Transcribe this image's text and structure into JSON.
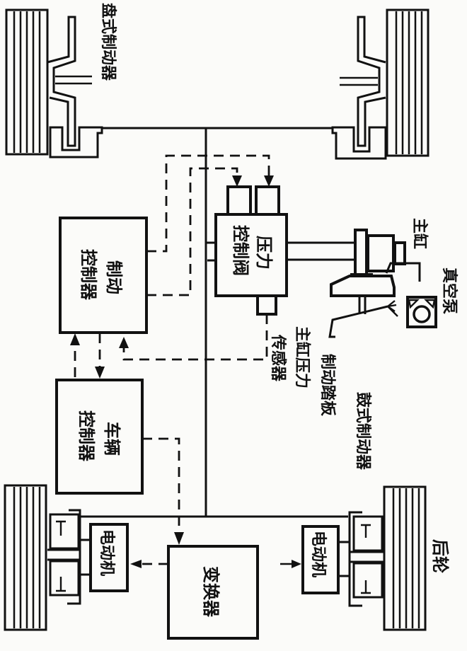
{
  "diagram": {
    "title": "",
    "components": {
      "disc_brake": "盘式制动器",
      "brake_controller": [
        "制动",
        "控制器"
      ],
      "pressure_valve": [
        "压力",
        "控制阀"
      ],
      "vehicle_controller": [
        "车辆",
        "控制器"
      ],
      "converter": "变换器",
      "master_cylinder": "主缸",
      "vacuum_pump": "真空泵",
      "master_pressure_sensor": [
        "主缸压力",
        "传感器"
      ],
      "brake_pedal": "制动踏板",
      "drum_brake": "鼓式制动器",
      "motor_left": "电动机",
      "motor_right": "电动机",
      "rear_wheel": "后轮"
    }
  }
}
